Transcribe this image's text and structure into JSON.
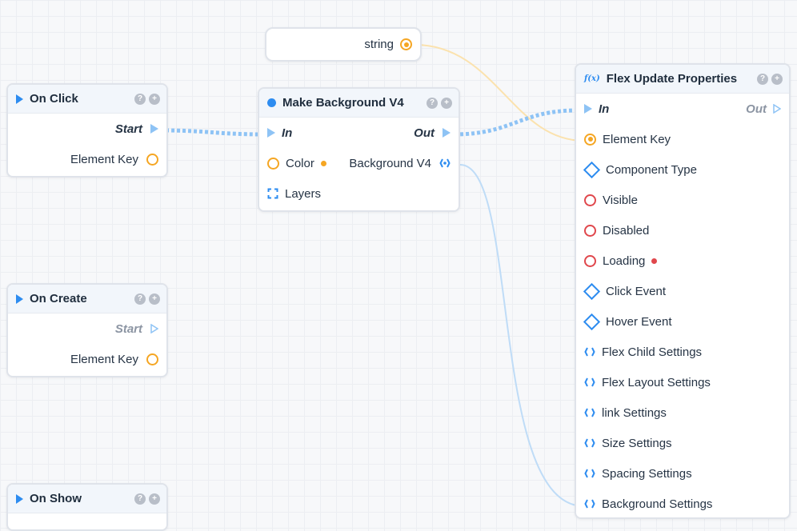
{
  "colors": {
    "blue": "#2d8cf0",
    "orange": "#f5a623",
    "red": "#e0474c",
    "wire_blue": "#bfdcf7",
    "wire_orange": "#fbe2ae"
  },
  "string_node": {
    "label": "string"
  },
  "on_click": {
    "title": "On Click",
    "start": "Start",
    "element_key": "Element Key"
  },
  "on_create": {
    "title": "On Create",
    "start": "Start",
    "element_key": "Element Key"
  },
  "on_show": {
    "title": "On Show"
  },
  "make_bg": {
    "title": "Make Background V4",
    "in": "In",
    "out": "Out",
    "color": "Color",
    "output": "Background V4",
    "layers": "Layers"
  },
  "flex_update": {
    "title": "Flex Update Properties",
    "in": "In",
    "out": "Out",
    "ports": [
      {
        "label": "Element Key",
        "icon": "filled-circle-orange"
      },
      {
        "label": "Component Type",
        "icon": "diamond-blue"
      },
      {
        "label": "Visible",
        "icon": "circle-red"
      },
      {
        "label": "Disabled",
        "icon": "circle-red"
      },
      {
        "label": "Loading",
        "icon": "circle-red"
      },
      {
        "label": "Click Event",
        "icon": "diamond-blue"
      },
      {
        "label": "Hover Event",
        "icon": "diamond-blue"
      },
      {
        "label": "Flex Child Settings",
        "icon": "struct-blue"
      },
      {
        "label": "Flex Layout Settings",
        "icon": "struct-blue"
      },
      {
        "label": "link Settings",
        "icon": "struct-blue"
      },
      {
        "label": "Size Settings",
        "icon": "struct-blue"
      },
      {
        "label": "Spacing Settings",
        "icon": "struct-blue"
      },
      {
        "label": "Background Settings",
        "icon": "struct-blue"
      }
    ]
  }
}
